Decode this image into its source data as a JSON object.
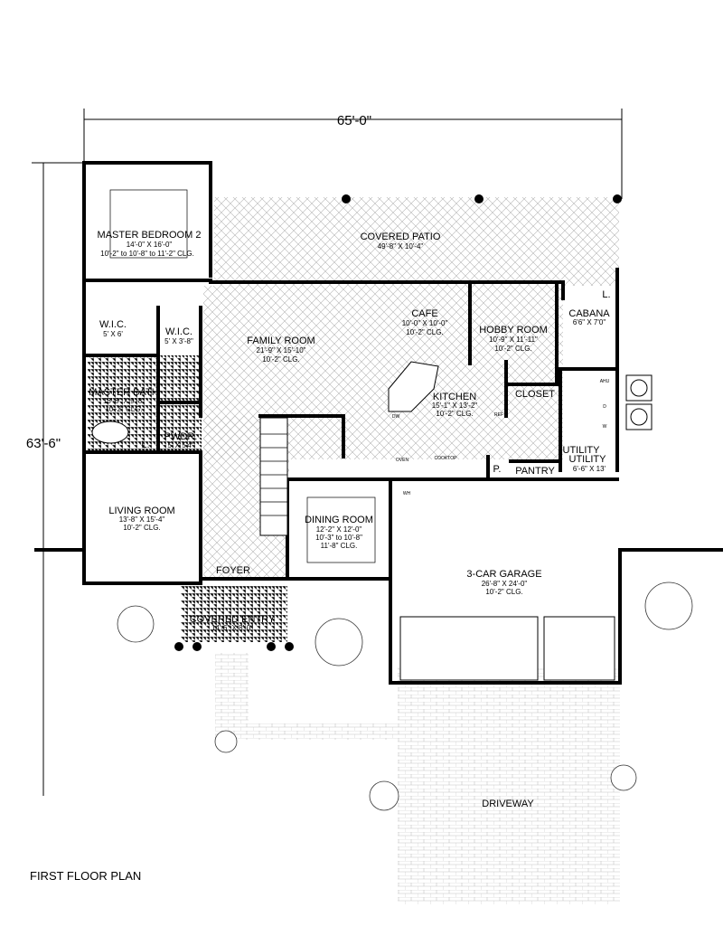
{
  "title": "FIRST FLOOR PLAN",
  "dimensions": {
    "width": "65'-0\"",
    "depth": "63'-6\""
  },
  "rooms": {
    "master_bedroom": {
      "name": "MASTER BEDROOM 2",
      "size": "14'-0\" X 16'-0\"",
      "ceiling": "10'-2\" to 10'-8\" to 11'-2\" CLG."
    },
    "covered_patio": {
      "name": "COVERED PATIO",
      "size": "49'-8\" X 10'-4\""
    },
    "wic_1": {
      "name": "W.I.C.",
      "size": "5' X 6'"
    },
    "wic_2": {
      "name": "W.I.C.",
      "size": "5' X 3'-8\""
    },
    "family_room": {
      "name": "FAMILY ROOM",
      "size": "21'-9\" X 15'-10\"",
      "ceiling": "10'-2\" CLG."
    },
    "cafe": {
      "name": "CAFE",
      "size": "10'-0\" X 10'-0\"",
      "ceiling": "10'-2\" CLG."
    },
    "hobby_room": {
      "name": "HOBBY ROOM",
      "size": "10'-9\" X 11'-11\"",
      "ceiling": "10'-2\" CLG."
    },
    "cabana": {
      "name": "CABANA",
      "size": "6'6\" X 7'0\""
    },
    "master_bath": {
      "name": "MASTER BATH",
      "size": "13'-8\" X 9'-8\"",
      "ceiling": "10'-2\" CLG."
    },
    "kitchen": {
      "name": "KITCHEN",
      "size": "15'-1\" X 13'-2\"",
      "ceiling": "10'-2\" CLG."
    },
    "closet": {
      "name": "CLOSET"
    },
    "powder": {
      "name": "PWDR.",
      "size": "5' X 5'4\""
    },
    "linen_1": {
      "name": "L."
    },
    "linen_2": {
      "name": "L."
    },
    "utility": {
      "name": "UTILITY",
      "name2": "UTILITY",
      "size": "6'-6\" X 13'"
    },
    "pantry": {
      "name": "PANTRY"
    },
    "pantry_small": {
      "name": "P."
    },
    "living_room": {
      "name": "LIVING ROOM",
      "size": "13'-8\" X 15'-4\"",
      "ceiling": "10'-2\" CLG."
    },
    "dining_room": {
      "name": "DINING ROOM",
      "size": "12'-2\" X 12'-0\"",
      "ceiling": "10'-3\" to 10'-8\"",
      "ceiling2": "11'-8\" CLG."
    },
    "garage": {
      "name": "3-CAR GARAGE",
      "size": "26'-8\" X 24'-0\"",
      "ceiling": "10'-2\" CLG."
    },
    "foyer": {
      "name": "FOYER"
    },
    "covered_entry": {
      "name": "COVERED ENTRY",
      "size": "14'-6\" X 8'-0\""
    },
    "driveway": {
      "name": "DRIVEWAY"
    }
  },
  "fixtures": {
    "dw": "DW",
    "ref": "REF",
    "oven": "OVEN",
    "cooktop": "COOKTOP",
    "wh": "WH",
    "ahu": "AHU",
    "d": "D",
    "w": "W"
  }
}
